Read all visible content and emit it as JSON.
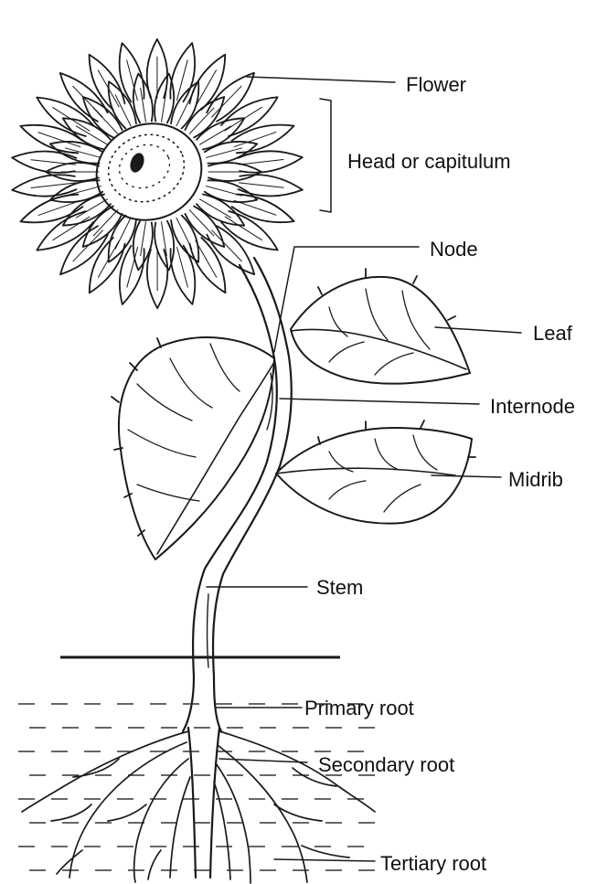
{
  "diagram": {
    "labels": {
      "flower": "Flower",
      "head": "Head or capitulum",
      "node": "Node",
      "leaf": "Leaf",
      "internode": "Internode",
      "midrib": "Midrib",
      "stem": "Stem",
      "primary_root": "Primary root",
      "secondary_root": "Secondary root",
      "tertiary_root": "Tertiary root"
    }
  }
}
